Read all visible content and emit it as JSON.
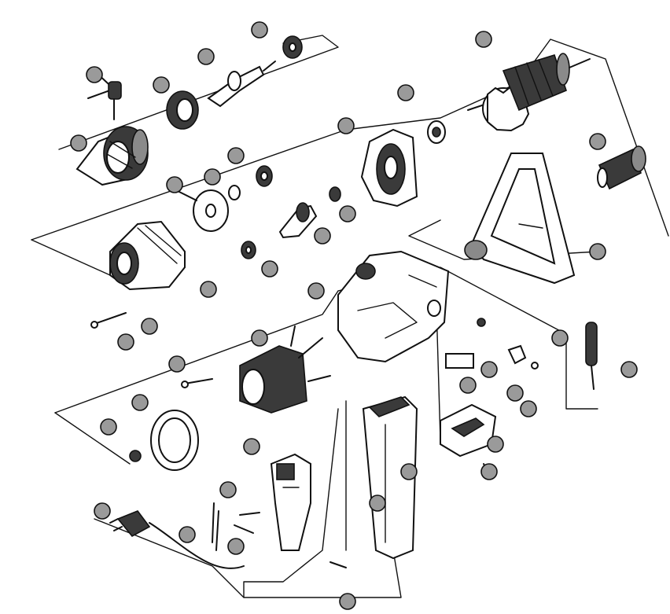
{
  "figure": {
    "kind": "exploded parts diagram",
    "subject": "power-tool-drill",
    "callout_style": "gray numbered circles (numbers illegible)",
    "colors": {
      "ink": "#111111",
      "background": "#ffffff",
      "callout_fill": "#9a9a9a"
    }
  },
  "callouts": [
    {
      "id": "c01",
      "label": ""
    },
    {
      "id": "c02",
      "label": ""
    },
    {
      "id": "c03",
      "label": ""
    },
    {
      "id": "c04",
      "label": ""
    },
    {
      "id": "c05",
      "label": ""
    },
    {
      "id": "c06",
      "label": ""
    },
    {
      "id": "c07",
      "label": ""
    },
    {
      "id": "c08",
      "label": ""
    },
    {
      "id": "c09",
      "label": ""
    },
    {
      "id": "c10",
      "label": ""
    },
    {
      "id": "c11",
      "label": ""
    },
    {
      "id": "c12",
      "label": ""
    },
    {
      "id": "c13",
      "label": ""
    },
    {
      "id": "c14",
      "label": ""
    },
    {
      "id": "c15",
      "label": ""
    },
    {
      "id": "c16",
      "label": ""
    },
    {
      "id": "c17",
      "label": ""
    },
    {
      "id": "c18",
      "label": ""
    },
    {
      "id": "c19",
      "label": ""
    },
    {
      "id": "c20",
      "label": ""
    },
    {
      "id": "c21",
      "label": ""
    },
    {
      "id": "c22",
      "label": ""
    },
    {
      "id": "c23",
      "label": ""
    },
    {
      "id": "c24",
      "label": ""
    },
    {
      "id": "c25",
      "label": ""
    },
    {
      "id": "c26",
      "label": ""
    },
    {
      "id": "c27",
      "label": ""
    },
    {
      "id": "c28",
      "label": ""
    },
    {
      "id": "c29",
      "label": ""
    },
    {
      "id": "c30",
      "label": ""
    },
    {
      "id": "c31",
      "label": ""
    },
    {
      "id": "c32",
      "label": ""
    },
    {
      "id": "c33",
      "label": ""
    },
    {
      "id": "c34",
      "label": ""
    },
    {
      "id": "c35",
      "label": ""
    },
    {
      "id": "c36",
      "label": ""
    },
    {
      "id": "c37",
      "label": ""
    },
    {
      "id": "c38",
      "label": ""
    },
    {
      "id": "c39",
      "label": ""
    },
    {
      "id": "c40",
      "label": ""
    }
  ]
}
